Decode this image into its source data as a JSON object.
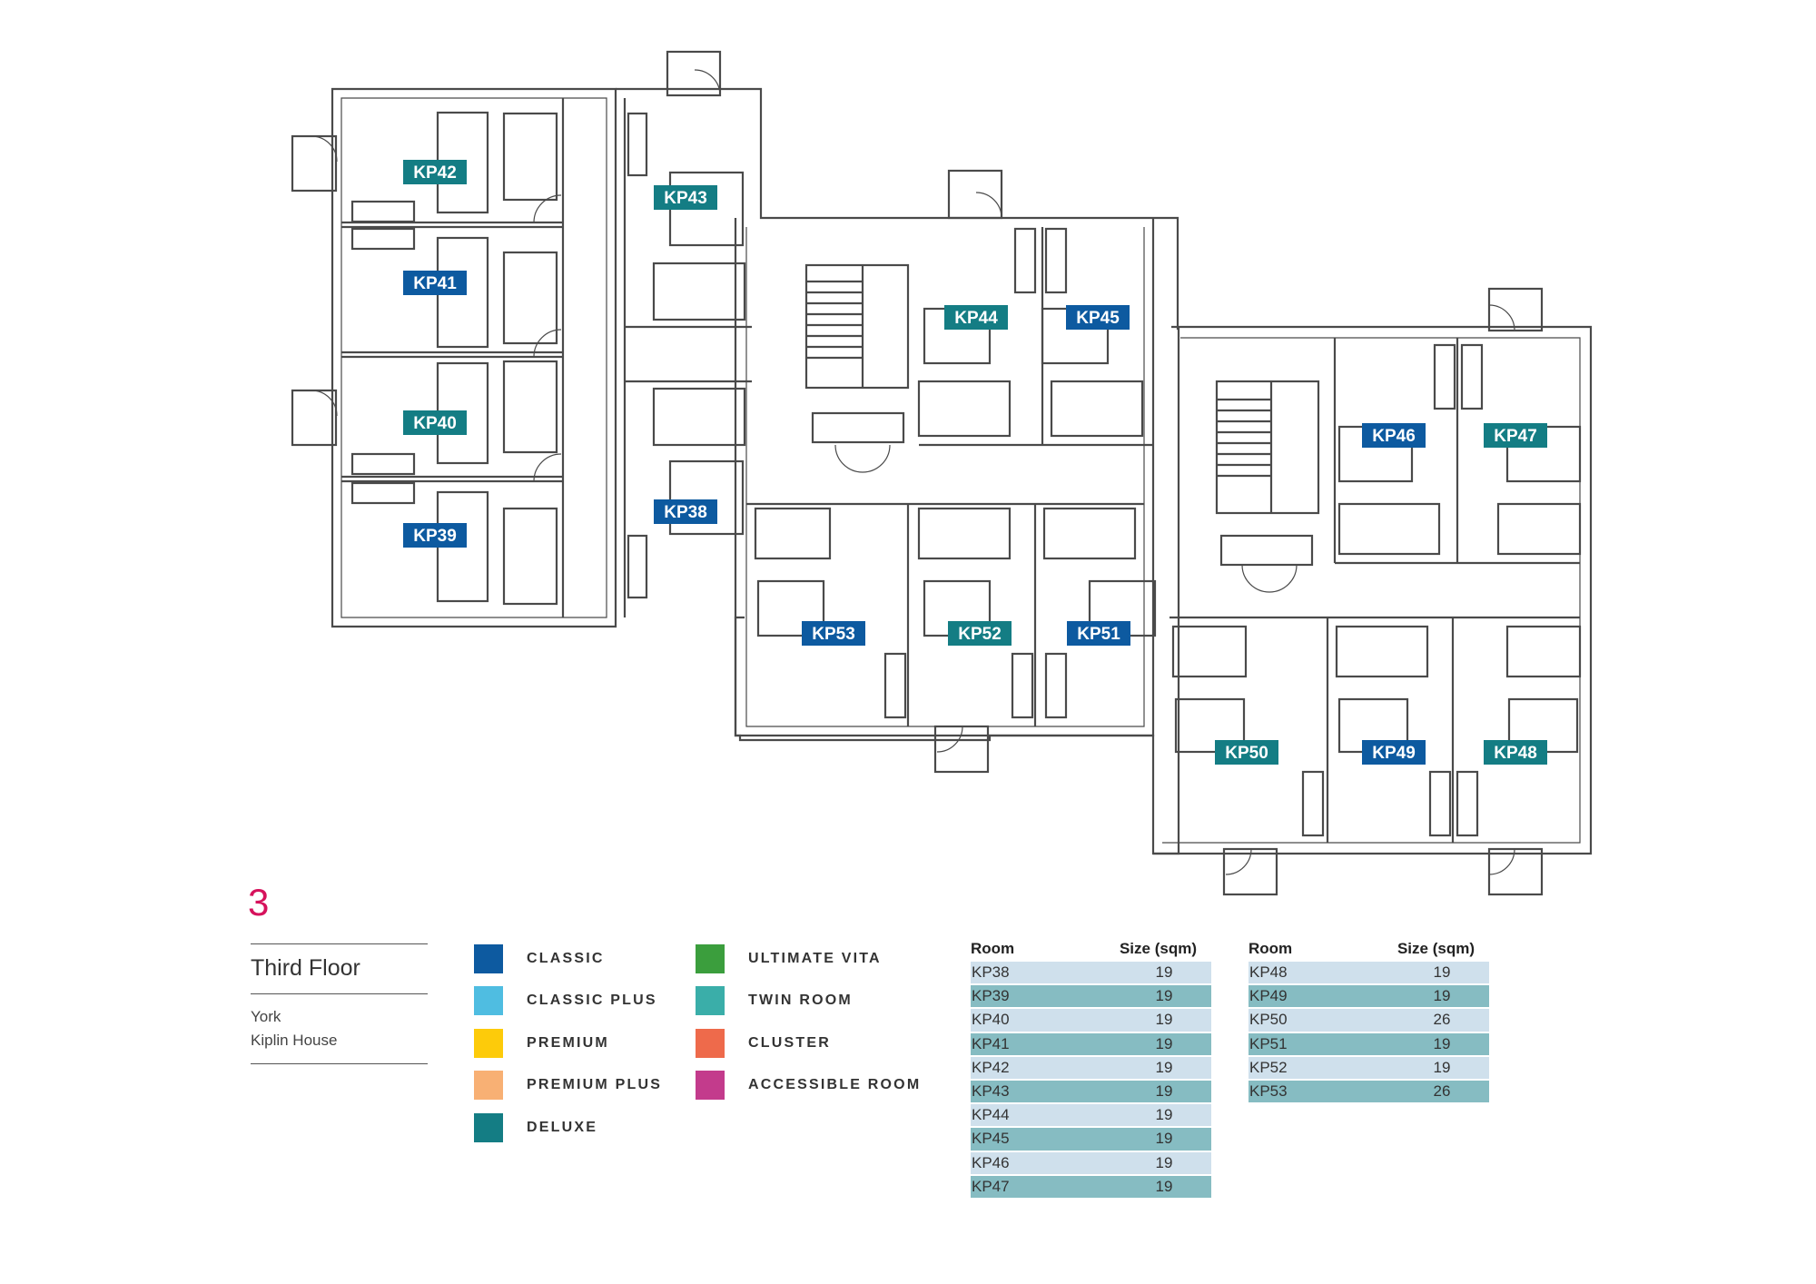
{
  "floor": {
    "number": "3",
    "name": "Third Floor",
    "city": "York",
    "building": "Kiplin House"
  },
  "colors": {
    "wall": "#4a4a4a",
    "classic": "#0d5aa0",
    "deluxe": "#147d84",
    "classic_plus": "#4fbde1",
    "premium": "#fdcb0a",
    "premium_plus": "#f8b074",
    "ultimate_vita": "#3b9e3d",
    "twin_room": "#3aaea9",
    "cluster": "#ee6a4b",
    "accessible_room": "#c33b8c",
    "floor_number": "#d6125c"
  },
  "legend": [
    {
      "label": "CLASSIC",
      "color": "#0d5aa0"
    },
    {
      "label": "CLASSIC PLUS",
      "color": "#4fbde1"
    },
    {
      "label": "PREMIUM",
      "color": "#fdcb0a"
    },
    {
      "label": "PREMIUM PLUS",
      "color": "#f8b074"
    },
    {
      "label": "DELUXE",
      "color": "#147d84"
    },
    {
      "label": "ULTIMATE VITA",
      "color": "#3b9e3d"
    },
    {
      "label": "TWIN ROOM",
      "color": "#3aaea9"
    },
    {
      "label": "CLUSTER",
      "color": "#ee6a4b"
    },
    {
      "label": "ACCESSIBLE ROOM",
      "color": "#c33b8c"
    }
  ],
  "rooms": [
    {
      "id": "KP42",
      "type": "DELUXE"
    },
    {
      "id": "KP41",
      "type": "CLASSIC"
    },
    {
      "id": "KP40",
      "type": "DELUXE"
    },
    {
      "id": "KP39",
      "type": "CLASSIC"
    },
    {
      "id": "KP43",
      "type": "DELUXE"
    },
    {
      "id": "KP38",
      "type": "CLASSIC"
    },
    {
      "id": "KP44",
      "type": "DELUXE"
    },
    {
      "id": "KP45",
      "type": "CLASSIC"
    },
    {
      "id": "KP53",
      "type": "CLASSIC"
    },
    {
      "id": "KP52",
      "type": "DELUXE"
    },
    {
      "id": "KP51",
      "type": "CLASSIC"
    },
    {
      "id": "KP46",
      "type": "CLASSIC"
    },
    {
      "id": "KP47",
      "type": "DELUXE"
    },
    {
      "id": "KP50",
      "type": "DELUXE"
    },
    {
      "id": "KP49",
      "type": "CLASSIC"
    },
    {
      "id": "KP48",
      "type": "DELUXE"
    }
  ],
  "tables": {
    "header_room": "Room",
    "header_size": "Size (sqm)",
    "left": [
      {
        "room": "KP38",
        "size": "19"
      },
      {
        "room": "KP39",
        "size": "19"
      },
      {
        "room": "KP40",
        "size": "19"
      },
      {
        "room": "KP41",
        "size": "19"
      },
      {
        "room": "KP42",
        "size": "19"
      },
      {
        "room": "KP43",
        "size": "19"
      },
      {
        "room": "KP44",
        "size": "19"
      },
      {
        "room": "KP45",
        "size": "19"
      },
      {
        "room": "KP46",
        "size": "19"
      },
      {
        "room": "KP47",
        "size": "19"
      }
    ],
    "right": [
      {
        "room": "KP48",
        "size": "19"
      },
      {
        "room": "KP49",
        "size": "19"
      },
      {
        "room": "KP50",
        "size": "26"
      },
      {
        "room": "KP51",
        "size": "19"
      },
      {
        "room": "KP52",
        "size": "19"
      },
      {
        "room": "KP53",
        "size": "26"
      }
    ]
  }
}
